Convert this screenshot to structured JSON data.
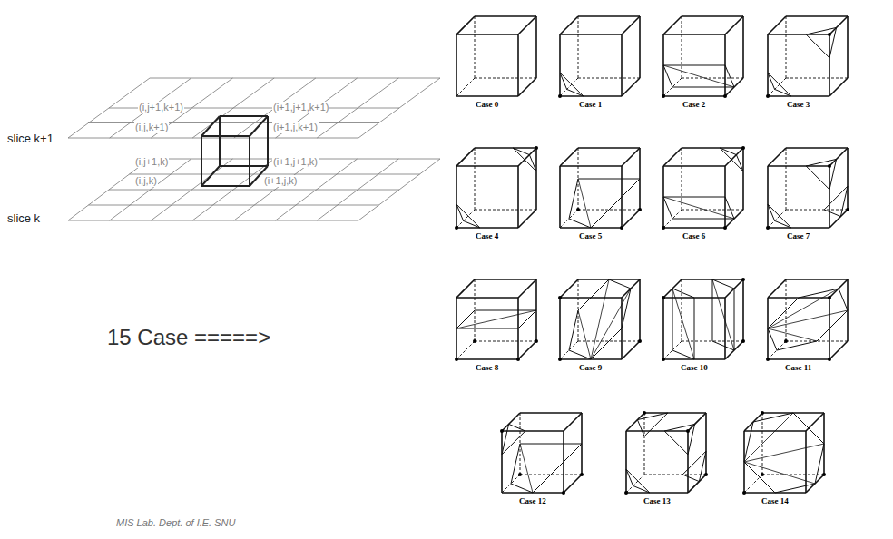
{
  "diagram": {
    "labels": [
      "slice k+1",
      "slice k",
      "(i,j+1,k+1)",
      "(i+1,j+1,k+1)",
      "(i,j,k+1)",
      "(i+1,j,k+1)",
      "(i,j+1,k)",
      "(i+1,j+1,k)",
      "(i,j,k)",
      "(i+1,j,k)",
      "15 Case =====>",
      "Case 0",
      "Case 1",
      "Case 2",
      "Case 3",
      "Case 4",
      "Case 5",
      "Case 6",
      "Case 7",
      "Case 8",
      "Case 9",
      "Case 10",
      "Case 11",
      "Case 12",
      "Case 13",
      "Case 14",
      "MIS Lab. Dept. of I.E. SNU"
    ]
  }
}
